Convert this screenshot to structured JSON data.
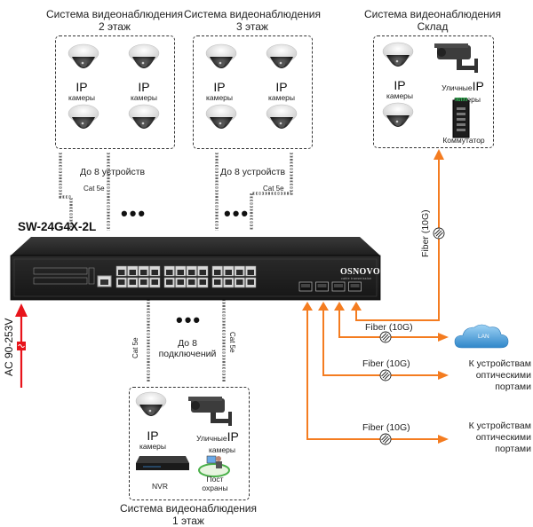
{
  "switch": {
    "model": "SW-24G4X-2L",
    "brand": "OSNOVO",
    "brand_tagline": "cable transmission",
    "rj45_ports": 24,
    "sfp_ports": 4
  },
  "groups": {
    "floor2": {
      "title_line1": "Система видеонаблюдения",
      "title_line2": "2 этаж",
      "ip_label": "IP",
      "cam_label": "камеры",
      "cable_note": "До 8 устройств",
      "cable_type": "Cat 5e"
    },
    "floor3": {
      "title_line1": "Система видеонаблюдения",
      "title_line2": "3 этаж",
      "ip_label": "IP",
      "cam_label": "камеры",
      "cable_note": "До 8 устройств",
      "cable_type": "Cat 5e"
    },
    "warehouse": {
      "title_line1": "Система видеонаблюдения",
      "title_line2": "Склад",
      "ip_label": "IP",
      "cam_label": "камеры",
      "outdoor_label": "Уличные",
      "outdoor_ip": "IP",
      "outdoor_cam": "камеры",
      "switch_label": "Коммутатор"
    },
    "floor1": {
      "title_line1": "Система видеонаблюдения",
      "title_line2": "1 этаж",
      "ip_label": "IP",
      "cam_label": "камеры",
      "outdoor_label": "Уличные",
      "outdoor_ip": "IP",
      "outdoor_cam": "камеры",
      "nvr_label": "NVR",
      "guard_line1": "Пост",
      "guard_line2": "охраны",
      "conn_line1": "До 8",
      "conn_line2": "подключений",
      "cable_type": "Cat 5e"
    }
  },
  "power": {
    "label": "AC 90-253V",
    "color": "#e8141b"
  },
  "fiber": {
    "color": "#f47c20",
    "label": "Fiber (10G)",
    "links": [
      {
        "label": "Fiber (10G)",
        "target": "Склад"
      },
      {
        "label": "Fiber (10G)",
        "target": "LAN"
      },
      {
        "label": "Fiber (10G)",
        "target_line1": "К устройствам",
        "target_line2": "оптическими",
        "target_line3": "портами"
      },
      {
        "label": "Fiber (10G)",
        "target_line1": "К устройствам",
        "target_line2": "оптическими",
        "target_line3": "портами"
      }
    ],
    "lan_label": "LAN"
  },
  "ellipsis": "•••"
}
